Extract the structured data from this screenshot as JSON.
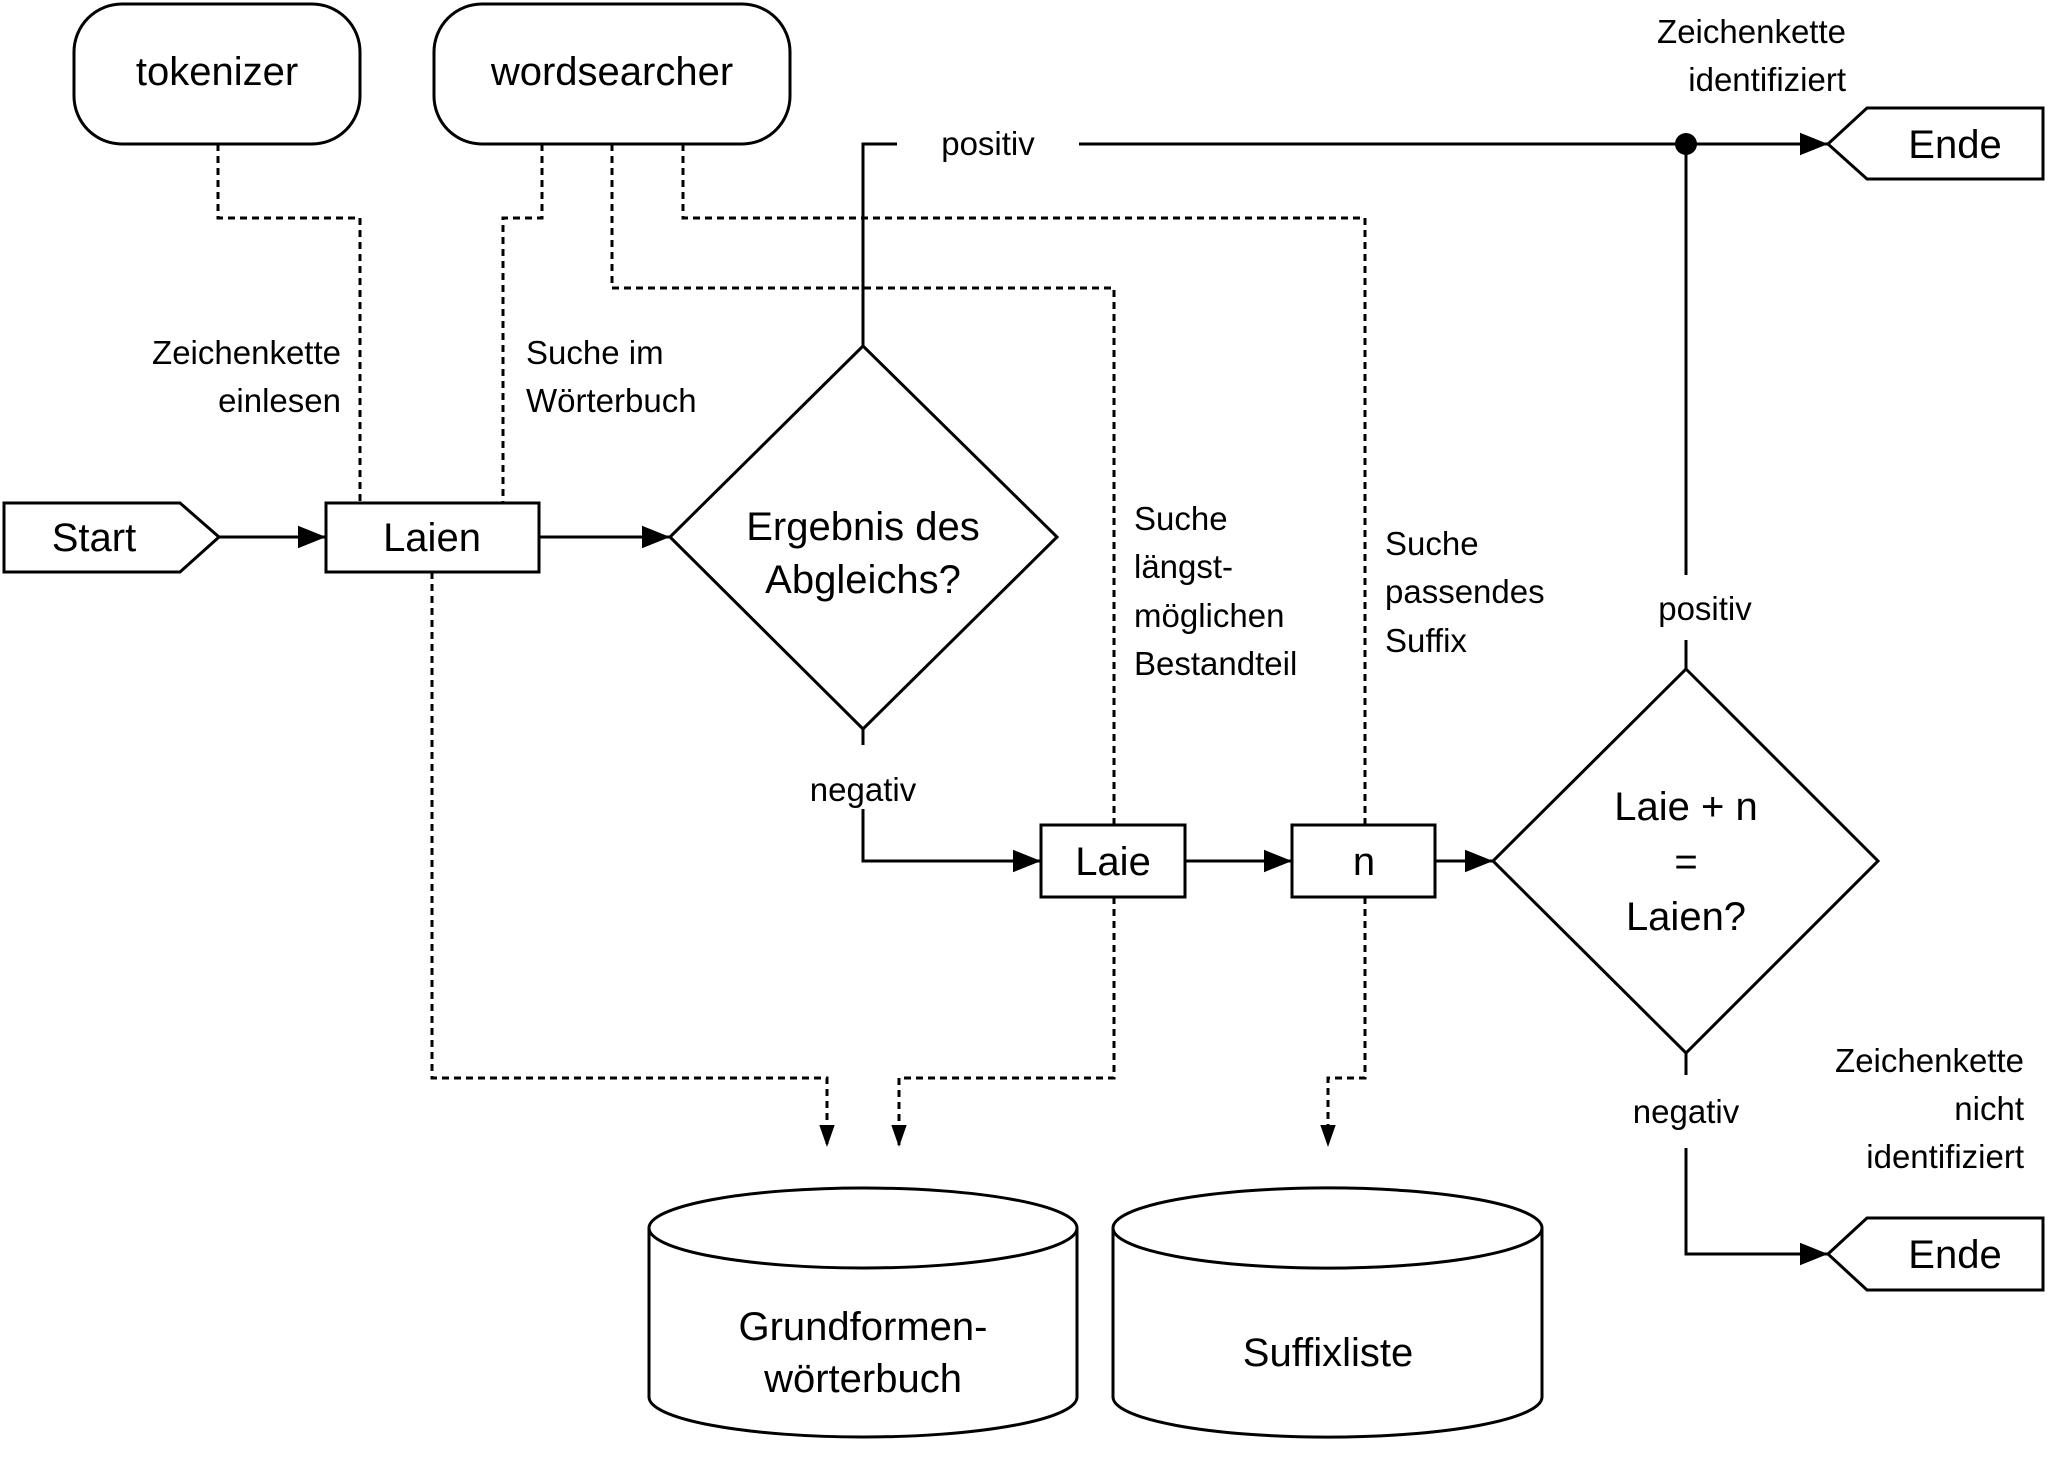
{
  "diagram": {
    "type": "flowchart",
    "modules": {
      "tokenizer": "tokenizer",
      "wordsearcher": "wordsearcher"
    },
    "nodes": {
      "start": "Start",
      "input_word": "Laien",
      "decision1": [
        "Ergebnis des",
        "Abgleichs?"
      ],
      "stem": "Laie",
      "suffix": "n",
      "decision2": [
        "Laie + n",
        "=",
        "Laien?"
      ],
      "end_positive": "Ende",
      "end_negative": "Ende"
    },
    "databases": {
      "base_dictionary": [
        "Grundformen-",
        "wörterbuch"
      ],
      "suffix_list": [
        "Suffixliste"
      ]
    },
    "labels": {
      "read_string": [
        "Zeichenkette",
        "einlesen"
      ],
      "search_dictionary": [
        "Suche im",
        "Wörterbuch"
      ],
      "search_longest": [
        "Suche",
        "längst-",
        "möglichen",
        "Bestandteil"
      ],
      "search_suffix": [
        "Suche",
        "passendes",
        "Suffix"
      ],
      "positive1": "positiv",
      "negative1": "negativ",
      "positive2": "positiv",
      "negative2": "negativ",
      "identified": [
        "Zeichenkette",
        "identifiziert"
      ],
      "not_identified": [
        "Zeichenkette",
        "nicht",
        "identifiziert"
      ]
    },
    "colors": {
      "stroke": "#000000",
      "background": "#ffffff"
    }
  }
}
